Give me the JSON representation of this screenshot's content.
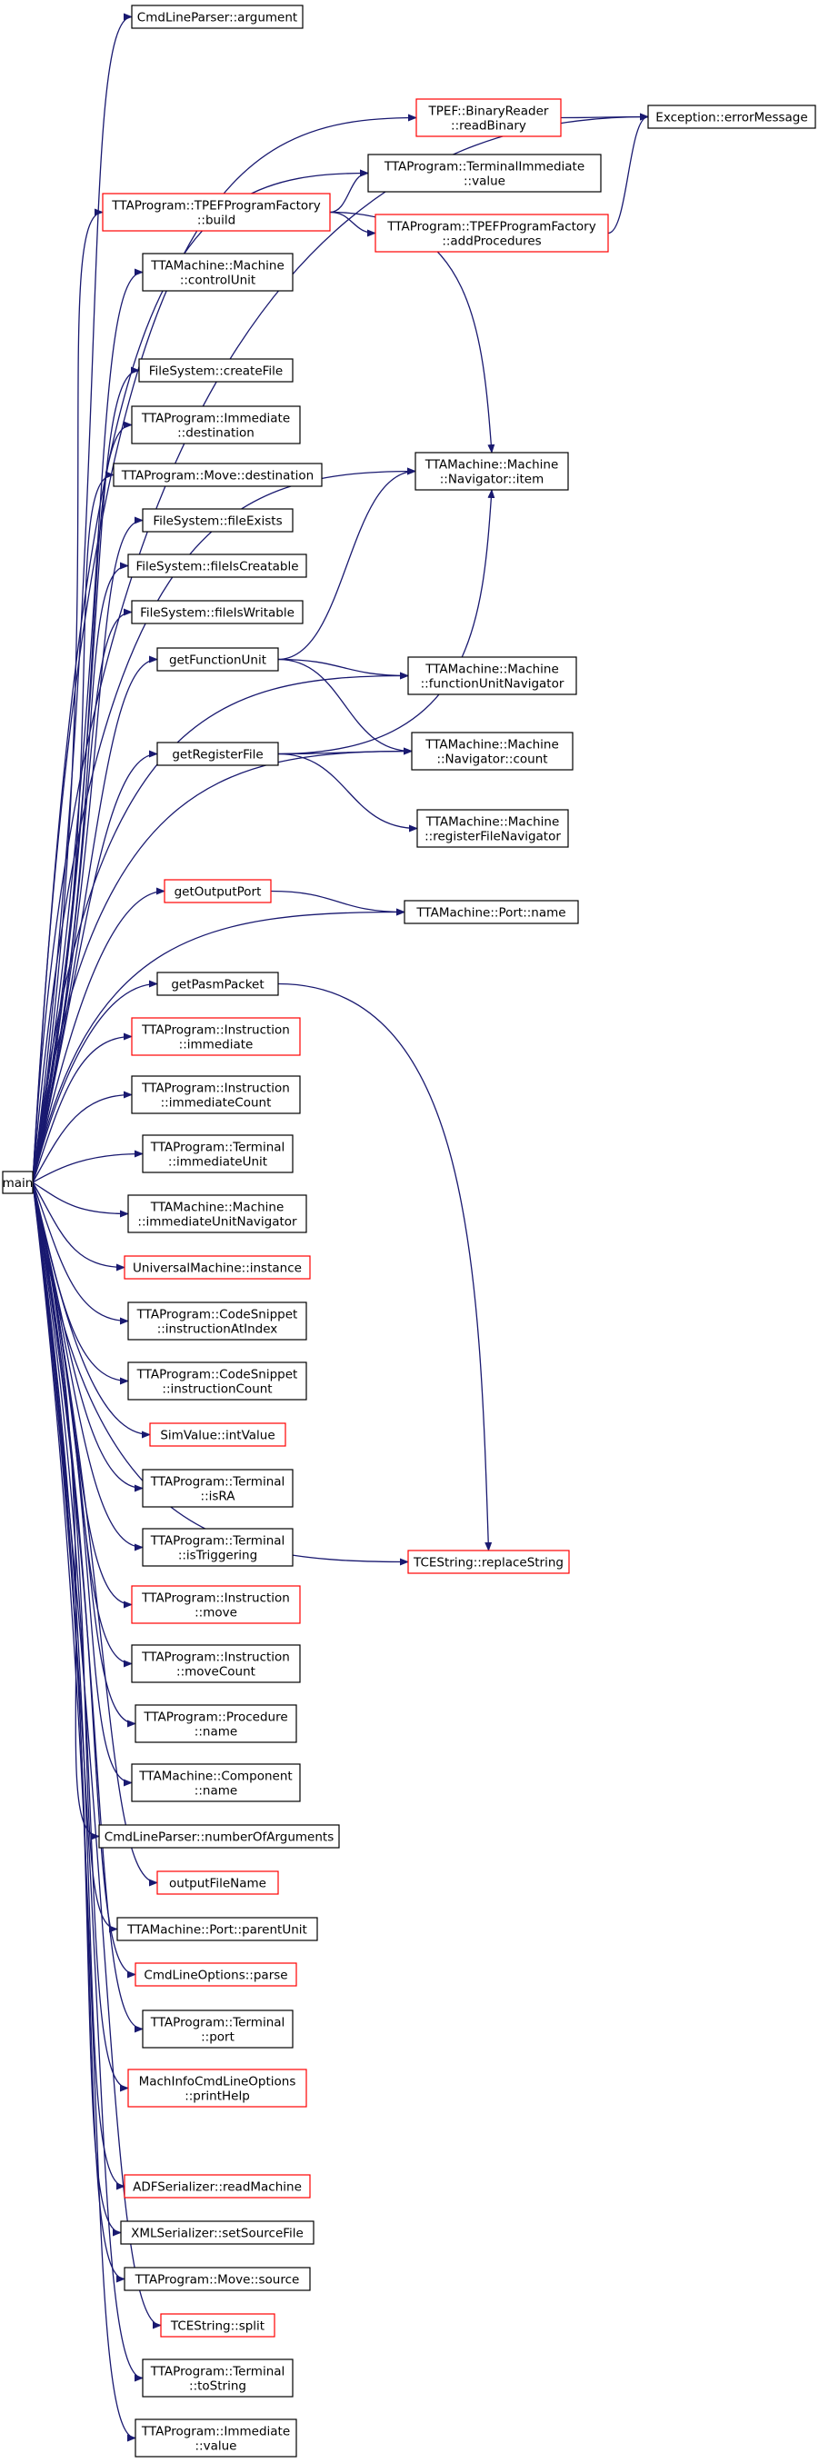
{
  "colors": {
    "edge": "#191970",
    "box_border_plain": "#000000",
    "box_border_truncated": "#ff0000",
    "root_fill": "#bfbfbf"
  },
  "nodes": [
    {
      "id": "main",
      "lines": [
        "main"
      ],
      "root": true
    },
    {
      "id": "argument",
      "lines": [
        "CmdLineParser::argument"
      ]
    },
    {
      "id": "readBinary",
      "lines": [
        "TPEF::BinaryReader",
        "::readBinary"
      ],
      "red": true
    },
    {
      "id": "errorMessage",
      "lines": [
        "Exception::errorMessage"
      ]
    },
    {
      "id": "timmValue",
      "lines": [
        "TTAProgram::TerminalImmediate",
        "::value"
      ]
    },
    {
      "id": "build",
      "lines": [
        "TTAProgram::TPEFProgramFactory",
        "::build"
      ],
      "red": true
    },
    {
      "id": "addProcedures",
      "lines": [
        "TTAProgram::TPEFProgramFactory",
        "::addProcedures"
      ],
      "red": true
    },
    {
      "id": "controlUnit",
      "lines": [
        "TTAMachine::Machine",
        "::controlUnit"
      ]
    },
    {
      "id": "createFile",
      "lines": [
        "FileSystem::createFile"
      ]
    },
    {
      "id": "immDestination",
      "lines": [
        "TTAProgram::Immediate",
        "::destination"
      ]
    },
    {
      "id": "moveDestination",
      "lines": [
        "TTAProgram::Move::destination"
      ]
    },
    {
      "id": "navItem",
      "lines": [
        "TTAMachine::Machine",
        "::Navigator::item"
      ]
    },
    {
      "id": "fileExists",
      "lines": [
        "FileSystem::fileExists"
      ]
    },
    {
      "id": "fileIsCreatable",
      "lines": [
        "FileSystem::fileIsCreatable"
      ]
    },
    {
      "id": "fileIsWritable",
      "lines": [
        "FileSystem::fileIsWritable"
      ]
    },
    {
      "id": "getFunctionUnit",
      "lines": [
        "getFunctionUnit"
      ]
    },
    {
      "id": "fuNavigator",
      "lines": [
        "TTAMachine::Machine",
        "::functionUnitNavigator"
      ]
    },
    {
      "id": "getRegisterFile",
      "lines": [
        "getRegisterFile"
      ]
    },
    {
      "id": "navCount",
      "lines": [
        "TTAMachine::Machine",
        "::Navigator::count"
      ]
    },
    {
      "id": "rfNavigator",
      "lines": [
        "TTAMachine::Machine",
        "::registerFileNavigator"
      ]
    },
    {
      "id": "getOutputPort",
      "lines": [
        "getOutputPort"
      ],
      "red": true
    },
    {
      "id": "portName",
      "lines": [
        "TTAMachine::Port::name"
      ]
    },
    {
      "id": "getPasmPacket",
      "lines": [
        "getPasmPacket"
      ]
    },
    {
      "id": "instrImmediate",
      "lines": [
        "TTAProgram::Instruction",
        "::immediate"
      ],
      "red": true
    },
    {
      "id": "immediateCount",
      "lines": [
        "TTAProgram::Instruction",
        "::immediateCount"
      ]
    },
    {
      "id": "immediateUnit",
      "lines": [
        "TTAProgram::Terminal",
        "::immediateUnit"
      ]
    },
    {
      "id": "iuNavigator",
      "lines": [
        "TTAMachine::Machine",
        "::immediateUnitNavigator"
      ]
    },
    {
      "id": "umInstance",
      "lines": [
        "UniversalMachine::instance"
      ],
      "red": true
    },
    {
      "id": "instrAtIndex",
      "lines": [
        "TTAProgram::CodeSnippet",
        "::instructionAtIndex"
      ]
    },
    {
      "id": "instrCount",
      "lines": [
        "TTAProgram::CodeSnippet",
        "::instructionCount"
      ]
    },
    {
      "id": "intValue",
      "lines": [
        "SimValue::intValue"
      ],
      "red": true
    },
    {
      "id": "replaceString",
      "lines": [
        "TCEString::replaceString"
      ],
      "red": true
    },
    {
      "id": "isRA",
      "lines": [
        "TTAProgram::Terminal",
        "::isRA"
      ]
    },
    {
      "id": "isTriggering",
      "lines": [
        "TTAProgram::Terminal",
        "::isTriggering"
      ]
    },
    {
      "id": "instrMove",
      "lines": [
        "TTAProgram::Instruction",
        "::move"
      ],
      "red": true
    },
    {
      "id": "moveCount",
      "lines": [
        "TTAProgram::Instruction",
        "::moveCount"
      ]
    },
    {
      "id": "procName",
      "lines": [
        "TTAProgram::Procedure",
        "::name"
      ]
    },
    {
      "id": "compName",
      "lines": [
        "TTAMachine::Component",
        "::name"
      ]
    },
    {
      "id": "numberOfArguments",
      "lines": [
        "CmdLineParser::numberOfArguments"
      ]
    },
    {
      "id": "outputFileName",
      "lines": [
        "outputFileName"
      ],
      "red": true
    },
    {
      "id": "parentUnit",
      "lines": [
        "TTAMachine::Port::parentUnit"
      ]
    },
    {
      "id": "parse",
      "lines": [
        "CmdLineOptions::parse"
      ],
      "red": true
    },
    {
      "id": "termPort",
      "lines": [
        "TTAProgram::Terminal",
        "::port"
      ]
    },
    {
      "id": "printHelp",
      "lines": [
        "MachInfoCmdLineOptions",
        "::printHelp"
      ],
      "red": true
    },
    {
      "id": "readMachine",
      "lines": [
        "ADFSerializer::readMachine"
      ],
      "red": true
    },
    {
      "id": "setSourceFile",
      "lines": [
        "XMLSerializer::setSourceFile"
      ]
    },
    {
      "id": "moveSource",
      "lines": [
        "TTAProgram::Move::source"
      ]
    },
    {
      "id": "split",
      "lines": [
        "TCEString::split"
      ],
      "red": true
    },
    {
      "id": "toString",
      "lines": [
        "TTAProgram::Terminal",
        "::toString"
      ]
    },
    {
      "id": "immValue",
      "lines": [
        "TTAProgram::Immediate",
        "::value"
      ]
    }
  ],
  "edges": [
    {
      "from": "main",
      "to": "argument"
    },
    {
      "from": "main",
      "to": "readBinary"
    },
    {
      "from": "main",
      "to": "errorMessage"
    },
    {
      "from": "main",
      "to": "timmValue"
    },
    {
      "from": "main",
      "to": "build"
    },
    {
      "from": "main",
      "to": "controlUnit"
    },
    {
      "from": "main",
      "to": "createFile"
    },
    {
      "from": "main",
      "to": "immDestination"
    },
    {
      "from": "main",
      "to": "moveDestination"
    },
    {
      "from": "main",
      "to": "navItem"
    },
    {
      "from": "main",
      "to": "fileExists"
    },
    {
      "from": "main",
      "to": "fileIsCreatable"
    },
    {
      "from": "main",
      "to": "fileIsWritable"
    },
    {
      "from": "main",
      "to": "getFunctionUnit"
    },
    {
      "from": "main",
      "to": "fuNavigator"
    },
    {
      "from": "main",
      "to": "getRegisterFile"
    },
    {
      "from": "main",
      "to": "navCount"
    },
    {
      "from": "main",
      "to": "getOutputPort"
    },
    {
      "from": "main",
      "to": "portName"
    },
    {
      "from": "main",
      "to": "getPasmPacket"
    },
    {
      "from": "main",
      "to": "instrImmediate"
    },
    {
      "from": "main",
      "to": "immediateCount"
    },
    {
      "from": "main",
      "to": "immediateUnit"
    },
    {
      "from": "main",
      "to": "iuNavigator"
    },
    {
      "from": "main",
      "to": "umInstance"
    },
    {
      "from": "main",
      "to": "instrAtIndex"
    },
    {
      "from": "main",
      "to": "instrCount"
    },
    {
      "from": "main",
      "to": "intValue"
    },
    {
      "from": "main",
      "to": "isRA"
    },
    {
      "from": "main",
      "to": "isTriggering"
    },
    {
      "from": "main",
      "to": "instrMove"
    },
    {
      "from": "main",
      "to": "moveCount"
    },
    {
      "from": "main",
      "to": "procName"
    },
    {
      "from": "main",
      "to": "compName"
    },
    {
      "from": "main",
      "to": "numberOfArguments"
    },
    {
      "from": "main",
      "to": "outputFileName"
    },
    {
      "from": "main",
      "to": "parentUnit"
    },
    {
      "from": "main",
      "to": "parse"
    },
    {
      "from": "main",
      "to": "termPort"
    },
    {
      "from": "main",
      "to": "printHelp"
    },
    {
      "from": "main",
      "to": "replaceString"
    },
    {
      "from": "main",
      "to": "readMachine"
    },
    {
      "from": "main",
      "to": "setSourceFile"
    },
    {
      "from": "main",
      "to": "moveSource"
    },
    {
      "from": "main",
      "to": "split"
    },
    {
      "from": "main",
      "to": "toString"
    },
    {
      "from": "main",
      "to": "immValue"
    },
    {
      "from": "readBinary",
      "to": "errorMessage"
    },
    {
      "from": "build",
      "to": "timmValue"
    },
    {
      "from": "build",
      "to": "addProcedures"
    },
    {
      "from": "build",
      "to": "navItem"
    },
    {
      "from": "addProcedures",
      "to": "errorMessage"
    },
    {
      "from": "getFunctionUnit",
      "to": "navItem"
    },
    {
      "from": "getFunctionUnit",
      "to": "fuNavigator"
    },
    {
      "from": "getFunctionUnit",
      "to": "navCount"
    },
    {
      "from": "getRegisterFile",
      "to": "navItem"
    },
    {
      "from": "getRegisterFile",
      "to": "navCount"
    },
    {
      "from": "getRegisterFile",
      "to": "rfNavigator"
    },
    {
      "from": "getOutputPort",
      "to": "portName"
    },
    {
      "from": "getPasmPacket",
      "to": "replaceString"
    }
  ]
}
